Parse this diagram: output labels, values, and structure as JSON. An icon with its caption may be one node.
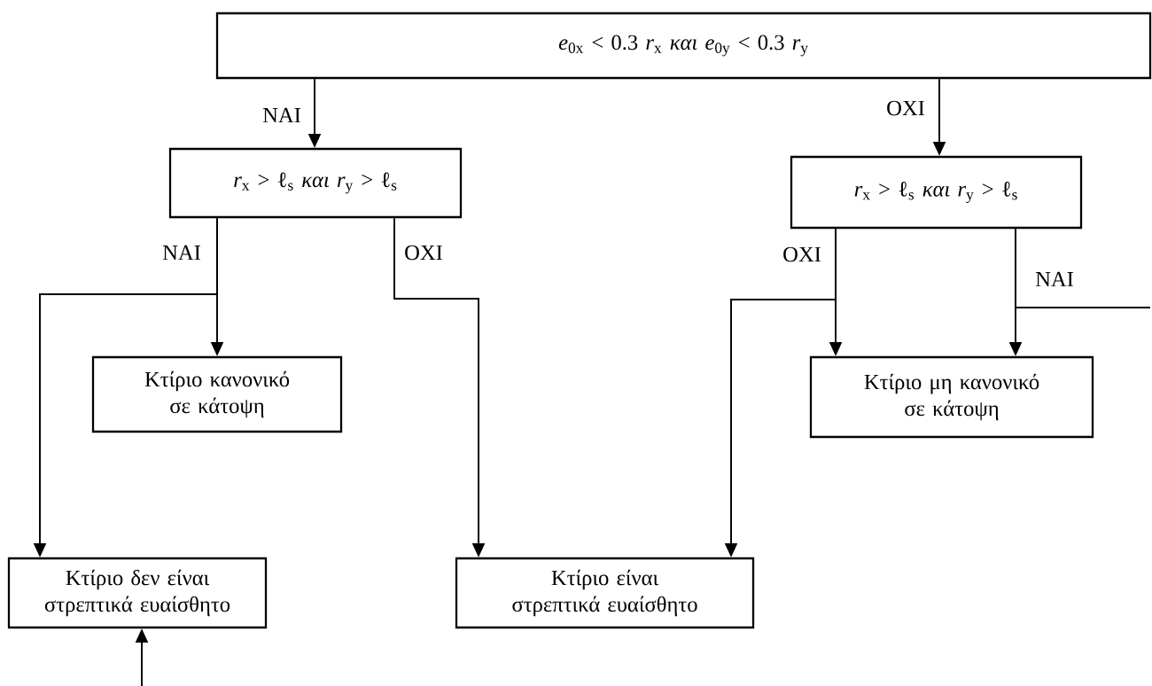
{
  "diagram": {
    "nodes": [
      {
        "text": [
          "*e*$_{0x}$ < 0.3 *r*$_{x}$   *και*   *e*$_{0y}$ < 0.3 *r*$_{y}$"
        ]
      },
      {
        "text": [
          "*r*$_{x}$ > ℓ$_{s}$  *και*   *r*$_{y}$ > ℓ$_{s}$"
        ]
      },
      {
        "text": [
          "*r*$_{x}$ > ℓ$_{s}$  *και*   *r*$_{y}$ > ℓ$_{s}$"
        ]
      },
      {
        "text": [
          "Κτίριο κανονικό σε κάτοψη"
        ]
      },
      {
        "text": [
          "Κτίριο μη κανονικό σε κάτοψη"
        ]
      },
      {
        "text": [
          "Κτίριο δεν είναι στρεπτικά ευαίσθητο"
        ]
      },
      {
        "text": [
          "Κτίριο είναι στρεπτικά ευαίσθητο"
        ]
      }
    ],
    "edges": [
      {
        "from": 0,
        "to": 1,
        "arrow": "to",
        "label": "ΝΑΙ"
      },
      {
        "from": 0,
        "to": 2,
        "arrow": "to",
        "label": "ΟΧΙ"
      },
      {
        "from": 1,
        "to": 3,
        "arrow": "to",
        "label": "ΝΑΙ"
      },
      {
        "from": 1,
        "to": 5,
        "arrow": "to"
      },
      {
        "from": 1,
        "to": 6,
        "arrow": "to",
        "label": "ΟΧΙ"
      },
      {
        "from": 2,
        "to": 4,
        "arrow": "to",
        "label": "ΟΧΙ"
      },
      {
        "from": 2,
        "to": 6,
        "arrow": "to"
      },
      {
        "from": 2,
        "to": 4,
        "arrow": "to",
        "label": "ΝΑΙ"
      },
      {
        "from": 2,
        "to": null,
        "arrow": "none"
      },
      {
        "from": null,
        "to": 5,
        "arrow": "to"
      }
    ]
  }
}
